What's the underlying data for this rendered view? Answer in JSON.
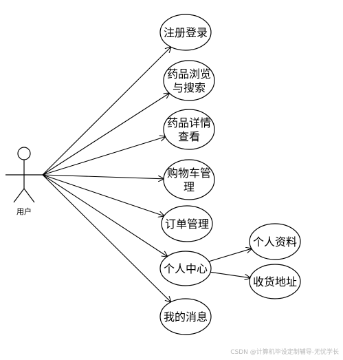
{
  "actor": {
    "label": "用户"
  },
  "use_cases": [
    {
      "id": "register",
      "lines": [
        "注册登录"
      ]
    },
    {
      "id": "browse",
      "lines": [
        "药品浏览",
        "与搜索"
      ]
    },
    {
      "id": "detail",
      "lines": [
        "药品详情",
        "查看"
      ]
    },
    {
      "id": "cart",
      "lines": [
        "购物车管",
        "理"
      ]
    },
    {
      "id": "orders",
      "lines": [
        "订单管理"
      ]
    },
    {
      "id": "center",
      "lines": [
        "个人中心"
      ]
    },
    {
      "id": "messages",
      "lines": [
        "我的消息"
      ]
    },
    {
      "id": "profile",
      "lines": [
        "个人资料"
      ]
    },
    {
      "id": "address",
      "lines": [
        "收货地址"
      ]
    }
  ],
  "associations": [
    {
      "from": "actor",
      "to": "register"
    },
    {
      "from": "actor",
      "to": "browse"
    },
    {
      "from": "actor",
      "to": "detail"
    },
    {
      "from": "actor",
      "to": "cart"
    },
    {
      "from": "actor",
      "to": "orders"
    },
    {
      "from": "actor",
      "to": "center"
    },
    {
      "from": "actor",
      "to": "messages"
    },
    {
      "from": "center",
      "to": "profile"
    },
    {
      "from": "center",
      "to": "address"
    }
  ],
  "colors": {
    "stroke": "#000000",
    "background": "#ffffff",
    "watermark": "#b8b8b8"
  },
  "watermark": {
    "text": "CSDN @计算机毕设定制辅导-无忧学长"
  }
}
